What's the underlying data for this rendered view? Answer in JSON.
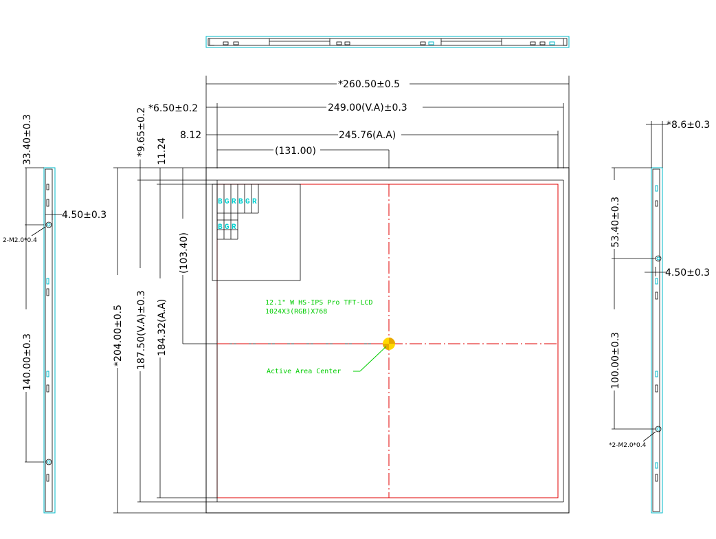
{
  "dimensions": {
    "outline_width": "*260.50±0.5",
    "va_width": "249.00(V.A)±0.3",
    "aa_width": "245.76(A.A)",
    "center_x": "(131.00)",
    "va_left_offset": "*6.50±0.2",
    "aa_left_offset": "8.12",
    "va_top_offset": "*9.65±0.2",
    "aa_top_offset": "11.24",
    "center_y": "(103.40)",
    "outline_height": "*204.00±0.5",
    "va_height": "187.50(V.A)±0.3",
    "aa_height": "184.32(A.A)"
  },
  "left_side": {
    "top_dim": "33.40±0.3",
    "mid_dim": "140.00±0.3",
    "hole_offset": "4.50±0.3",
    "screw_label": "2-M2.0*0.4"
  },
  "right_side": {
    "thickness": "*8.6±0.3",
    "top_dim": "53.40±0.3",
    "mid_dim": "100.00±0.3",
    "hole_offset": "4.50±0.3",
    "screw_label": "*2-M2.0*0.4"
  },
  "panel": {
    "line1": "12.1\" W HS-IPS Pro TFT-LCD",
    "line2": "1024X3(RGB)X768",
    "center_label": "Active Area Center",
    "pixel_row1": [
      "B",
      "G",
      "R",
      "B",
      "G",
      "R"
    ],
    "pixel_row2": [
      "B",
      "G",
      "R"
    ]
  },
  "colors": {
    "outline": "#000000",
    "active_area": "#e00000",
    "side_view": "#00b8c8",
    "annotation": "#00cc00",
    "center_mark": "#ffd700"
  }
}
